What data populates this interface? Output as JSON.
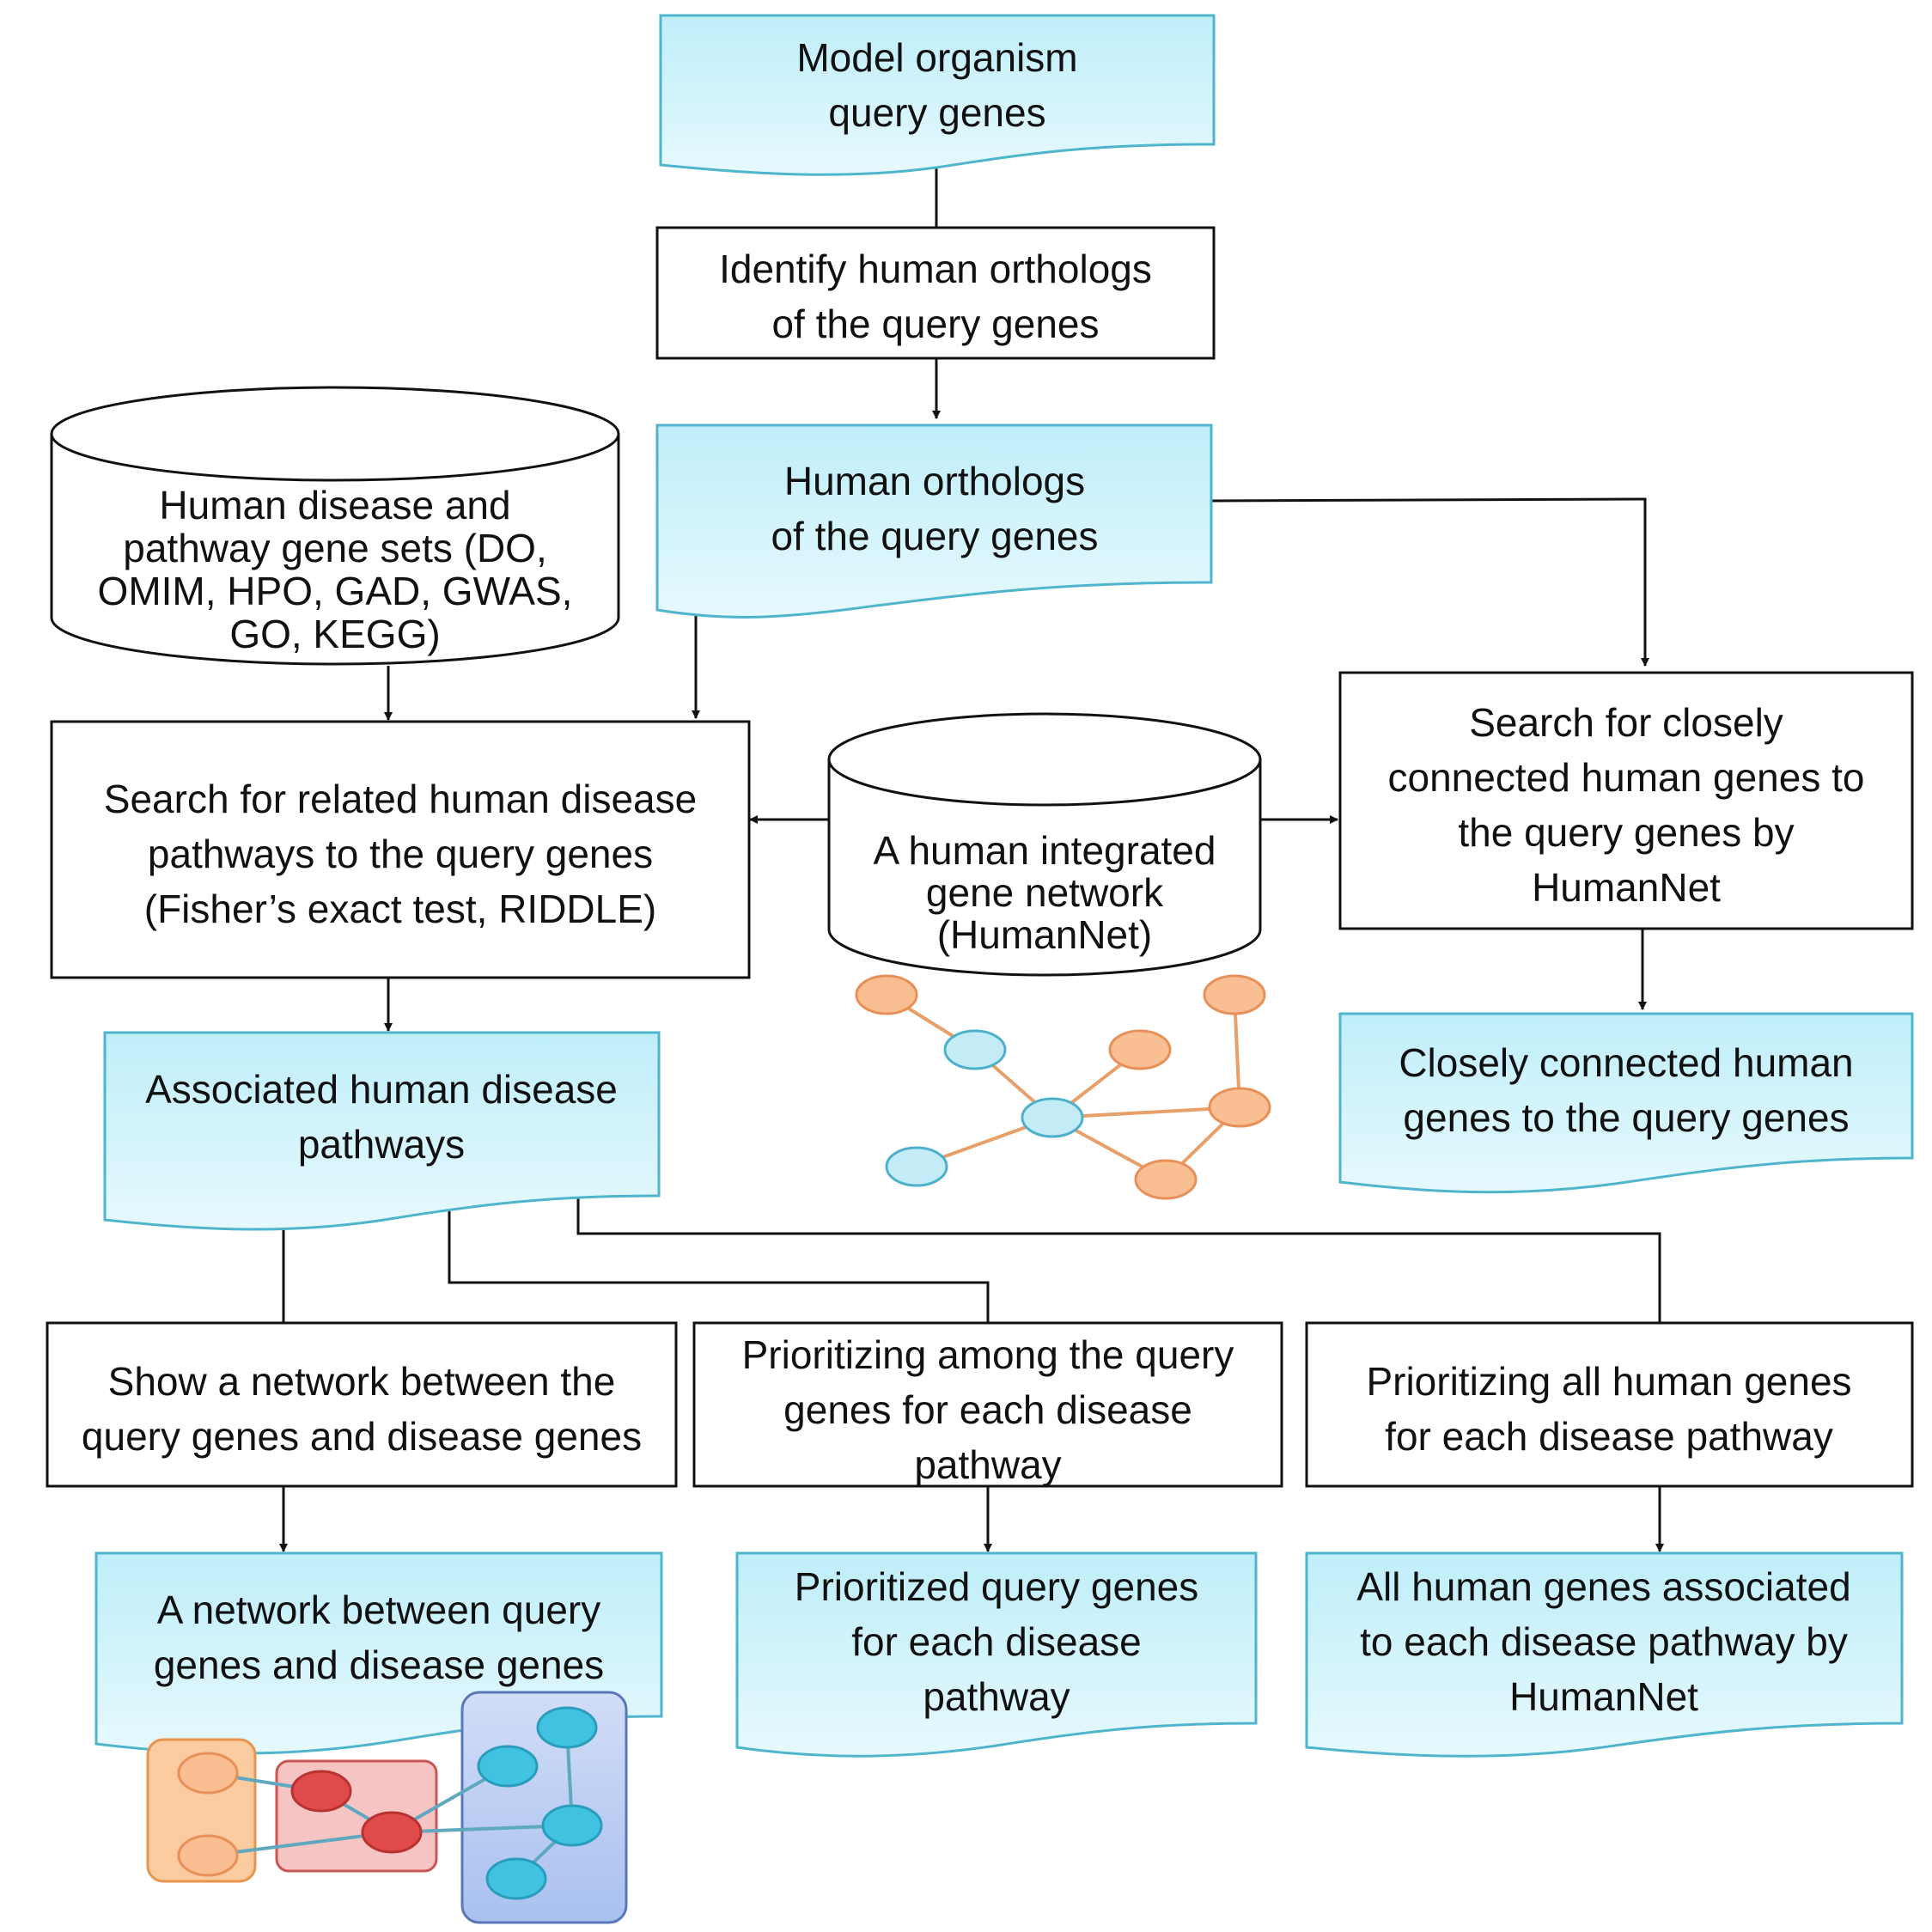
{
  "nodes": {
    "model_query": [
      "Model organism",
      "query genes"
    ],
    "identify_orthologs": [
      "Identify human orthologs",
      "of the query genes"
    ],
    "human_orthologs": [
      "Human orthologs",
      "of the query genes"
    ],
    "disease_db": [
      "Human disease and",
      "pathway gene sets (DO,",
      "OMIM, HPO, GAD, GWAS,",
      "GO, KEGG)"
    ],
    "search_pathways": [
      "Search for related human disease",
      "pathways to the query genes",
      "(Fisher’s exact test, RIDDLE)"
    ],
    "humannet_db": [
      "A human integrated",
      "gene network",
      "(HumanNet)"
    ],
    "search_connected": [
      "Search for closely",
      "connected human genes to",
      "the query genes by",
      "HumanNet"
    ],
    "closely_connected": [
      "Closely connected human",
      "genes to the query genes"
    ],
    "associated_pathways": [
      "Associated human disease",
      "pathways"
    ],
    "show_network": [
      "Show a network between the",
      "query genes and disease genes"
    ],
    "prioritize_query": [
      "Prioritizing among the query",
      "genes for each disease",
      "pathway"
    ],
    "prioritize_all": [
      "Prioritizing  all human genes",
      "for each disease pathway"
    ],
    "network_result": [
      "A network between query",
      "genes and disease genes"
    ],
    "prioritized_query": [
      "Prioritized  query genes",
      "for each disease",
      "pathway"
    ],
    "all_genes_result": [
      "All human genes associated",
      "to each disease pathway by",
      "HumanNet"
    ]
  },
  "colors": {
    "doc_fill_top": "#bfeefa",
    "doc_fill_bottom": "#e6f9fd",
    "doc_stroke": "#4fb5cc",
    "orange_node": "#f9bf93",
    "blue_node": "#c4ecf7",
    "red_node": "#e04a4a"
  }
}
